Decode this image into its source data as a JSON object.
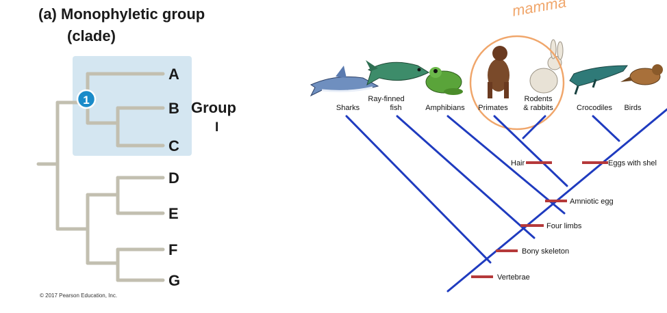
{
  "left": {
    "title_line1": "(a) Monophyletic group",
    "title_line2": "(clade)",
    "node_marker": "1",
    "taxa": [
      "A",
      "B",
      "C",
      "D",
      "E",
      "F",
      "G"
    ],
    "group_label": "Group",
    "group_numeral": "I",
    "copyright": "© 2017 Pearson Education, Inc.",
    "colors": {
      "branch": "#c2bfb0",
      "highlight": "#d4e6f1",
      "marker": "#1a8bc9"
    }
  },
  "right": {
    "handwritten_note": "mamma",
    "taxa": [
      "Sharks",
      "Ray-finned fish",
      "Amphibians",
      "Primates",
      "Rodents & rabbits",
      "Crocodiles",
      "Birds"
    ],
    "traits": [
      "Hair",
      "Eggs with shel",
      "Amniotic egg",
      "Four limbs",
      "Bony skeleton",
      "Vertebrae"
    ],
    "colors": {
      "branch": "#1f3bbf",
      "trait_bar": "#b5393a",
      "circle": "#f0a66b"
    }
  }
}
